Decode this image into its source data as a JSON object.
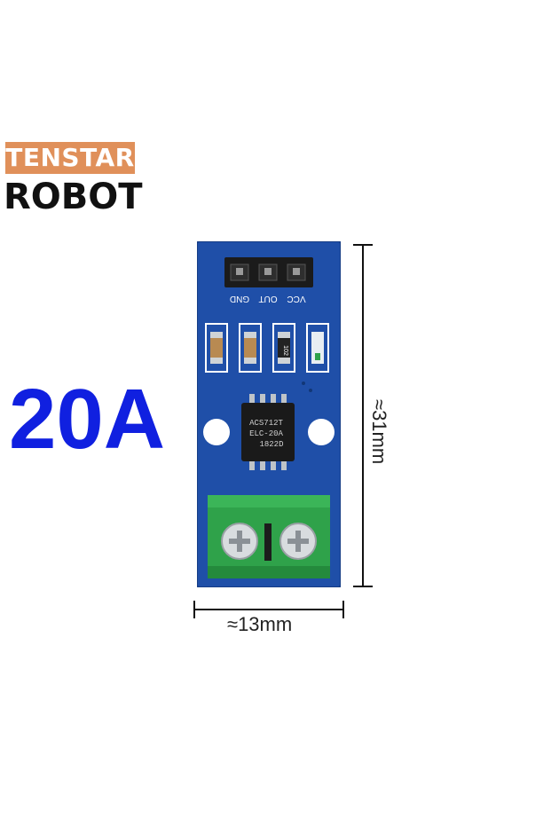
{
  "brand": {
    "line1": "TENSTAR",
    "line2": "ROBOT",
    "accent_color": "#e0905a"
  },
  "product": {
    "rating": "20A",
    "rating_color": "#1020e0",
    "board_color": "#1f4fa8",
    "terminal_color": "#2fa24a"
  },
  "dimensions": {
    "height_label": "≈31mm",
    "width_label": "≈13mm"
  },
  "board_labels": {
    "pins": [
      "GND",
      "OUT",
      "VCC"
    ],
    "resistor_code": "102",
    "chip_line1": "ACS712T",
    "chip_line2": "ELC-20A",
    "chip_line3": "1822D"
  }
}
